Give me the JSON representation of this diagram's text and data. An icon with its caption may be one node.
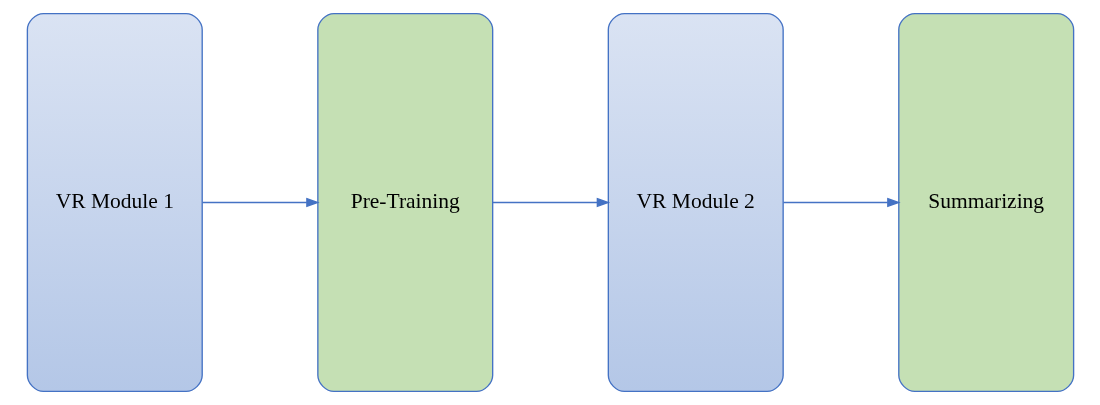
{
  "diagram": {
    "nodes": [
      {
        "text": [
          "VR Module 1"
        ]
      },
      {
        "text": [
          "Pre-Training"
        ]
      },
      {
        "text": [
          "VR Module 2"
        ]
      },
      {
        "text": [
          "Summarizing"
        ]
      }
    ],
    "edges": [
      {
        "from": 0,
        "to": 1,
        "arrow": "to"
      },
      {
        "from": 1,
        "to": 2,
        "arrow": "to"
      },
      {
        "from": 2,
        "to": 3,
        "arrow": "to"
      }
    ]
  }
}
